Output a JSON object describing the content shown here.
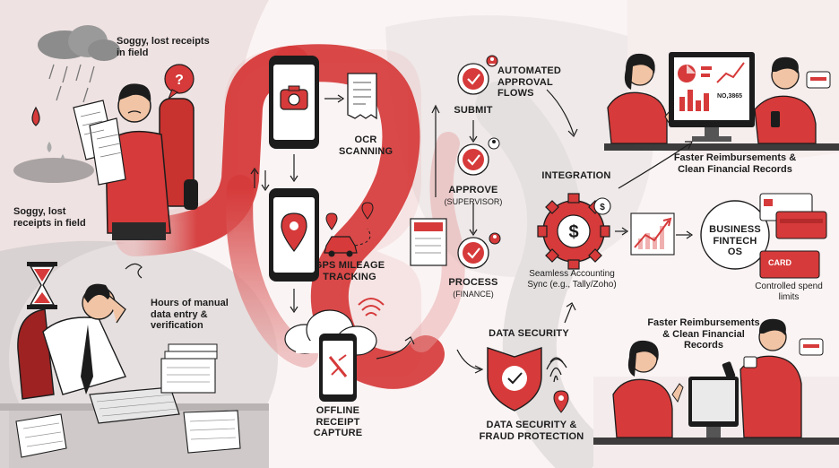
{
  "problems": {
    "soggy_receipts_top": "Soggy, lost receipts in field",
    "soggy_receipts_bottom": "Soggy, lost receipts in field",
    "manual_entry": "Hours of manual data entry & verification"
  },
  "capture": {
    "ocr": "OCR SCANNING",
    "gps": "GPS MILEAGE TRACKING",
    "offline": "OFFLINE RECEIPT CAPTURE"
  },
  "approval": {
    "title": "AUTOMATED APPROVAL FLOWS",
    "submit": "SUBMIT",
    "approve": "APPROVE",
    "approve_sub": "(SUPERVISOR)",
    "process": "PROCESS",
    "process_sub": "(FINANCE)"
  },
  "integration": {
    "title": "INTEGRATION",
    "sync": "Seamless Accounting Sync (e.g., Tally/Zoho)"
  },
  "security": {
    "data_security": "DATA SECURITY",
    "fraud": "DATA SECURITY & FRAUD PROTECTION"
  },
  "outcomes": {
    "faster_top": "Faster Reimbursements & Clean Financial Records",
    "faster_bottom": "Faster Reimbursements & Clean Financial Records",
    "monitor_value": "NO,3865"
  },
  "fintech": {
    "hub": "BUSINESS FINTECH OS",
    "card": "CARD",
    "limits": "Controlled spend limits"
  },
  "colors": {
    "brand_red": "#d63a3a",
    "dark_red": "#b52a2a",
    "ink": "#1c1c1c",
    "soft_pink": "#f2dede",
    "grey_bg": "#d9d4d4"
  },
  "icons": [
    "camera-icon",
    "receipt-icon",
    "location-pin-icon",
    "car-icon",
    "cloud-icon",
    "wifi-icon",
    "check-circle-icon",
    "user-icon",
    "gear-dollar-icon",
    "shield-check-icon",
    "fingerprint-icon",
    "line-chart-icon",
    "credit-card-icon",
    "hourglass-icon",
    "rain-cloud-icon",
    "document-icon"
  ]
}
